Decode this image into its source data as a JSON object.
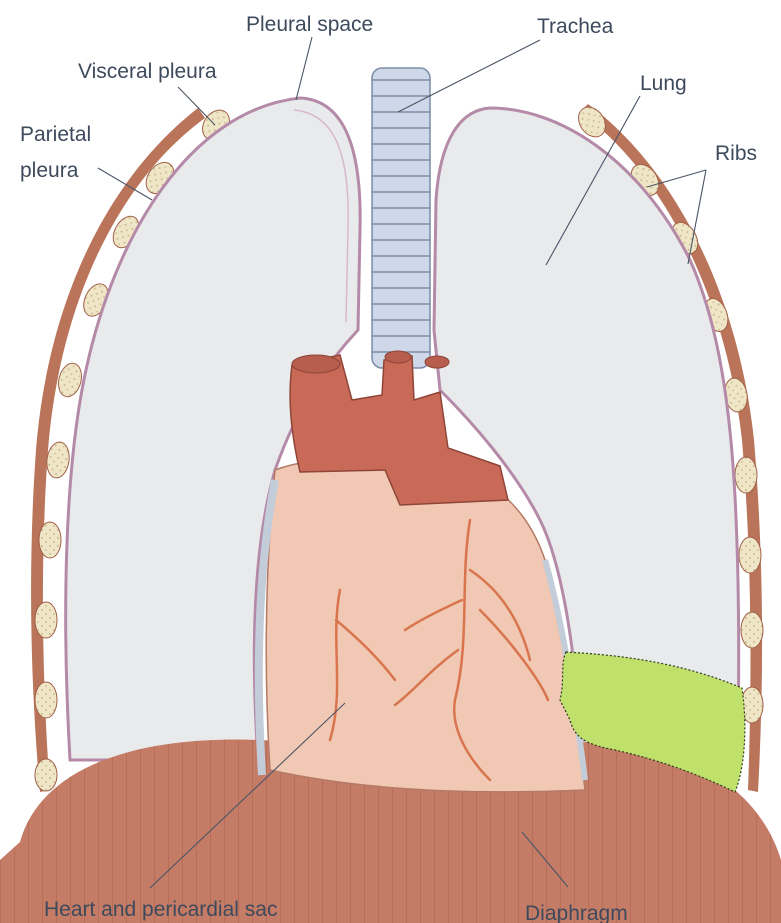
{
  "figure": {
    "labels": {
      "pleural_space": "Pleural space",
      "trachea": "Trachea",
      "visceral_pleura": "Visceral pleura",
      "lung": "Lung",
      "parietal_pleura_line1": "Parietal",
      "parietal_pleura_line2": "pleura",
      "ribs": "Ribs",
      "heart": "Heart and pericardial sac",
      "diaphragm": "Diaphragm"
    },
    "colors": {
      "background": "#ffffff",
      "lung_fill": "#e9eaec",
      "pleura_stroke": "#b48aa8",
      "rib_band": "#b9745a",
      "rib_bone": "#efe6c8",
      "trachea": "#cfd8e8",
      "heart_fill": "#f0c8b3",
      "vessel_fill": "#c96a58",
      "artery_lines": "#d9754e",
      "diaphragm": "#c57c66",
      "highlight_patch": "#bfe06b"
    }
  }
}
